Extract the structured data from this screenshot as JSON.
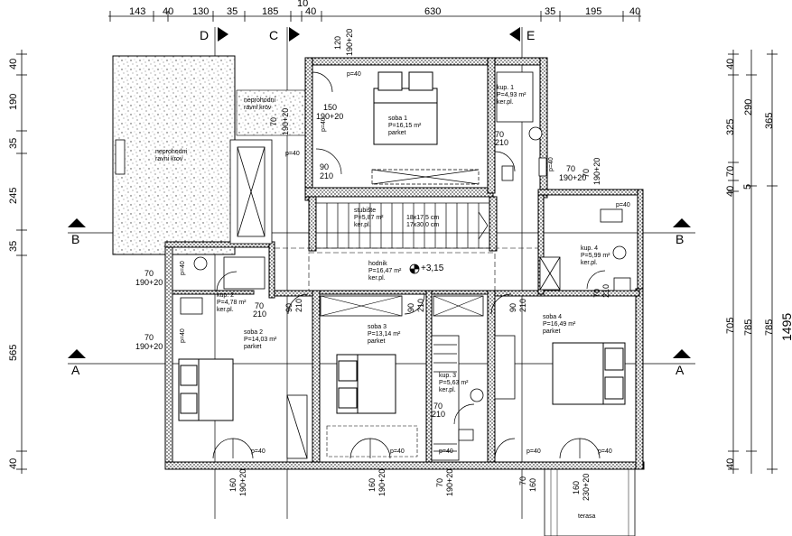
{
  "top_dims": [
    "143",
    "40",
    "130",
    "35",
    "185",
    "10",
    "40",
    "630",
    "35",
    "195",
    "40"
  ],
  "top_dim_upper": "120",
  "top_dim_upper2": "190+20",
  "left_dims": [
    "40",
    "190",
    "35",
    "245",
    "35",
    "565",
    "40"
  ],
  "right_dims_a": [
    "40",
    "325",
    "70",
    "40",
    "705",
    "40"
  ],
  "right_dims_b": [
    "290",
    "785"
  ],
  "right_dims_c": [
    "365",
    "785"
  ],
  "right_dim_small": "5",
  "right_total": "1495",
  "axes": {
    "D": "D",
    "C": "C",
    "E": "E",
    "B": "B",
    "A": "A"
  },
  "rooms": {
    "soba1": {
      "name": "soba 1",
      "area": "P=16,15 m²",
      "floor": "parket"
    },
    "kup1": {
      "name": "kup. 1",
      "area": "P=4,93 m²",
      "floor": "ker.pl."
    },
    "stubiste": {
      "name": "stubište",
      "area": "P=5,87 m²",
      "floor": "ker.pl.",
      "steps1": "18x17,5 cm",
      "steps2": "17x30,0 cm"
    },
    "hodnik": {
      "name": "hodnik",
      "area": "P=16,47 m²",
      "floor": "ker.pl.",
      "level": "+3,15"
    },
    "kup2": {
      "name": "kup. 2",
      "area": "P=4,78 m²",
      "floor": "ker.pl."
    },
    "soba2": {
      "name": "soba 2",
      "area": "P=14,03 m²",
      "floor": "parket"
    },
    "soba3": {
      "name": "soba 3",
      "area": "P=13,14 m²",
      "floor": "parket"
    },
    "kup3": {
      "name": "kup. 3",
      "area": "P=5,63 m²",
      "floor": "ker.pl."
    },
    "soba4": {
      "name": "soba 4",
      "area": "P=16,49 m²",
      "floor": "parket"
    },
    "kup4": {
      "name": "kup. 4",
      "area": "P=5,99 m²",
      "floor": "ker.pl."
    },
    "roof1": {
      "l1": "neprohodni",
      "l2": "ravni krov"
    },
    "roof2": {
      "l1": "neprohodni",
      "l2": "ravni krov"
    },
    "terasa": {
      "name": "terasa"
    }
  },
  "openings": {
    "w_soba1": {
      "w": "150",
      "h": "190+20"
    },
    "w_side": {
      "w": "70",
      "h": "190+20"
    },
    "d_kup1": {
      "w": "70",
      "h": "210"
    },
    "d_soba1": {
      "w": "90",
      "h": "210"
    },
    "w_kup4": {
      "w": "70",
      "h": "190+20"
    },
    "d_kup4": {
      "w": "70",
      "h": "210"
    },
    "w_kup2": {
      "w": "70",
      "h": "190+20"
    },
    "w_soba2": {
      "w": "70",
      "h": "190+20"
    },
    "d_kup2": {
      "w": "70",
      "h": "210"
    },
    "d_soba2": {
      "w": "90",
      "h": "210"
    },
    "d_soba3": {
      "w": "90",
      "h": "210"
    },
    "d_soba4": {
      "w": "90",
      "h": "210"
    },
    "d_kup3": {
      "w": "70",
      "h": "210"
    },
    "b_soba2": {
      "w": "160",
      "h": "190+20"
    },
    "b_soba3": {
      "w": "160",
      "h": "190+20"
    },
    "b_kup3": {
      "w": "70",
      "h": "190+20"
    },
    "b_kup3b": {
      "w": "70",
      "h": "160"
    },
    "b_soba4": {
      "w": "160",
      "h": "230+20"
    },
    "p40": "p=40"
  }
}
